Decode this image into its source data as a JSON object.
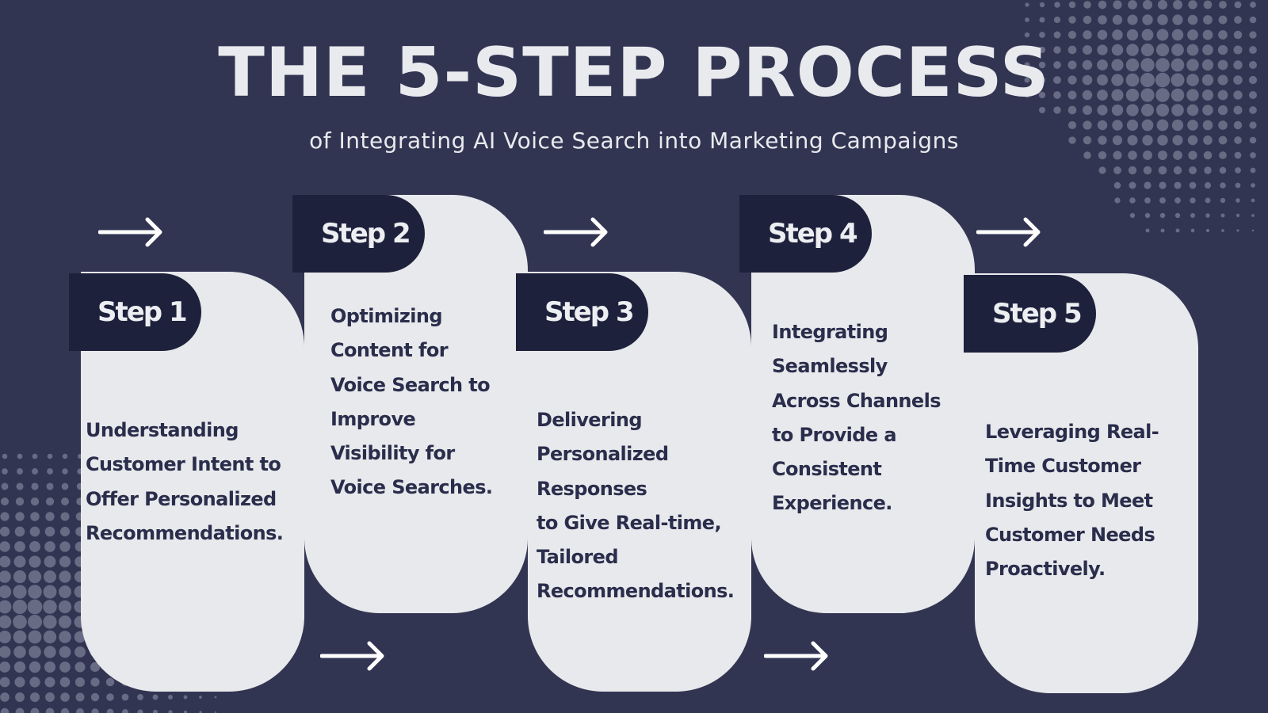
{
  "header": {
    "title": "THE 5-STEP PROCESS",
    "subtitle": "of Integrating AI Voice Search into Marketing Campaigns"
  },
  "colors": {
    "background": "#323552",
    "card": "#e8e9ec",
    "tab": "#1e213b",
    "text_light": "#e9eaee",
    "text_dark": "#2a2d4b",
    "dots": "#676b84"
  },
  "steps": [
    {
      "label": "Step 1",
      "description": "Understanding\nCustomer Intent to\nOffer Personalized\nRecommendations."
    },
    {
      "label": "Step 2",
      "description": "Optimizing\nContent for\nVoice Search to\nImprove\nVisibility for\nVoice Searches."
    },
    {
      "label": "Step 3",
      "description": "Delivering\nPersonalized\nResponses\nto Give Real-time,\nTailored\nRecommendations."
    },
    {
      "label": "Step 4",
      "description": "Integrating\nSeamlessly\nAcross Channels\nto Provide a\nConsistent\nExperience."
    },
    {
      "label": "Step 5",
      "description": "Leveraging Real-\nTime Customer\nInsights to Meet\nCustomer Needs\nProactively."
    }
  ],
  "icons": {
    "arrow": "right-arrow-icon",
    "decoration": "halftone-dot-pattern"
  }
}
